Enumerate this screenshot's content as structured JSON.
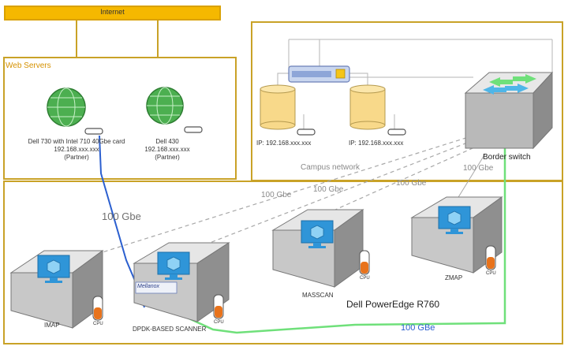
{
  "colors": {
    "frame": "#c9a227",
    "internet_fill": "#f5b800",
    "web_servers_label": "#d59100",
    "link_blue": "#2b5fcf",
    "link_green": "#6fe07a",
    "link_dashed": "#a8a8a8",
    "server_top": "#e3e3e3",
    "server_side": "#9a9a9a",
    "monitor": "#2f95d8",
    "db": "#f8d98a",
    "cpu": "#e8731c"
  },
  "internet": {
    "label": "Internet"
  },
  "web_servers": {
    "title": "Web Servers",
    "servers": [
      {
        "name": "Dell 730 with Intel 710 40Gbe card",
        "ip": "192.168.xxx.xxx",
        "role": "(Partner)",
        "icon": "globe-icon"
      },
      {
        "name": "Dell 430",
        "ip": "192.168.xxx.xxx",
        "role": "(Partner)",
        "icon": "globe-icon"
      }
    ]
  },
  "campus": {
    "label": "Campus network",
    "databases": [
      {
        "ip": "IP: 192.168.xxx.xxx",
        "icon": "database-icon"
      },
      {
        "ip": "IP: 192.168.xxx.xxx",
        "icon": "database-icon"
      }
    ],
    "router_icon": "router-icon",
    "border_switch": {
      "label": "Border switch",
      "icon": "switch-icon"
    }
  },
  "links": {
    "left_100gbe": "100 Gbe",
    "dashed_a": "100 Gbe",
    "dashed_b": "100 Gbe",
    "dashed_c": "100 Gbe",
    "switch_100gbe": "100 Gbe",
    "bottom_100gbe": "100 GBe"
  },
  "lab": {
    "platform_label": "Dell PowerEdge R760",
    "cpu_label": "CPU",
    "nic_label": "Mellanox",
    "servers": [
      {
        "name": "IMAP"
      },
      {
        "name": "DPDK-BASED SCANNER"
      },
      {
        "name": "MASSCAN"
      },
      {
        "name": "ZMAP"
      }
    ]
  }
}
